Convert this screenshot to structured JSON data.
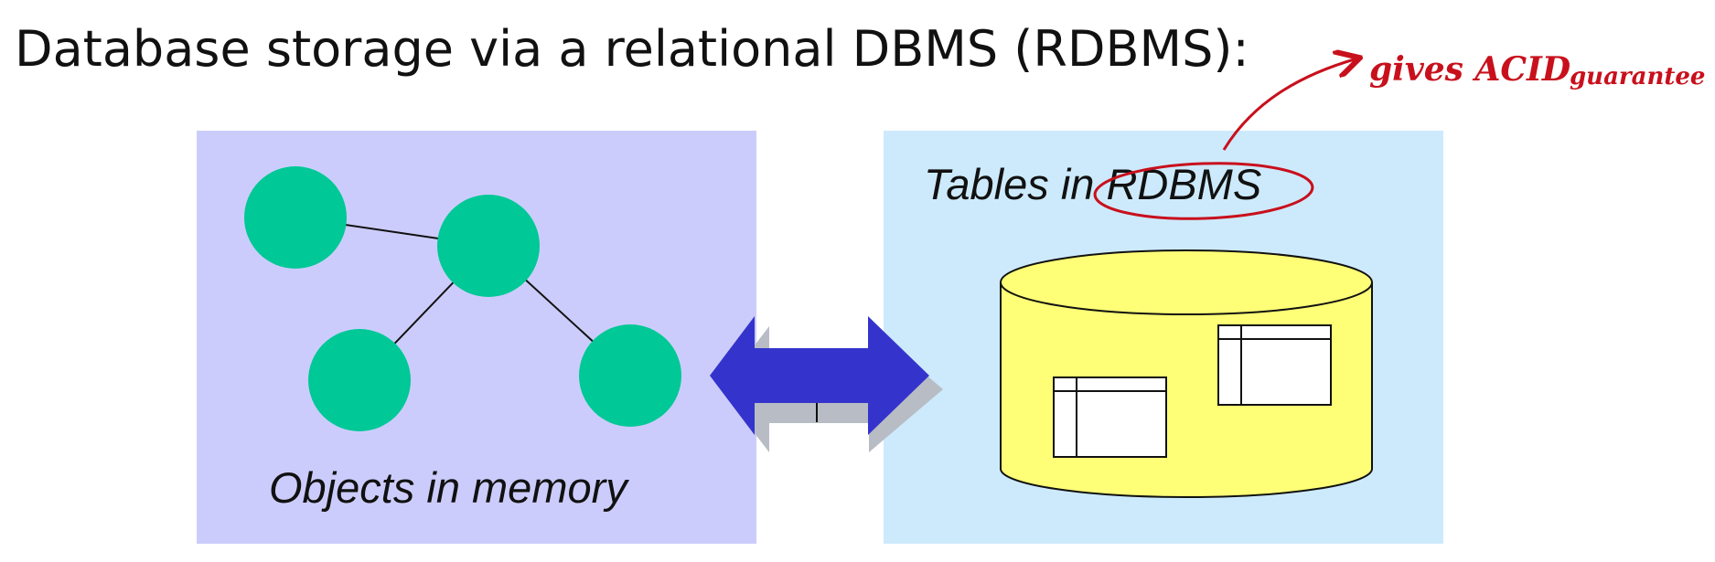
{
  "title": "Database storage via a relational DBMS (RDBMS):",
  "left_panel": {
    "label": "Objects in memory",
    "fill": "#ccccfc",
    "node_color": "#00c896",
    "node_count": 4,
    "edges": [
      [
        0,
        1
      ],
      [
        1,
        2
      ],
      [
        1,
        3
      ]
    ]
  },
  "right_panel": {
    "label": "Tables in RDBMS",
    "fill": "#cdeafc",
    "cylinder_color": "#ffff77",
    "table_count": 2
  },
  "arrow": {
    "color": "#3434cc",
    "shadow_color": "#b8bcc4"
  },
  "annotation": {
    "text_part1": "gives ACID",
    "text_part2": "guarantee",
    "color": "#c8101c",
    "circled_word": "RDBMS"
  }
}
